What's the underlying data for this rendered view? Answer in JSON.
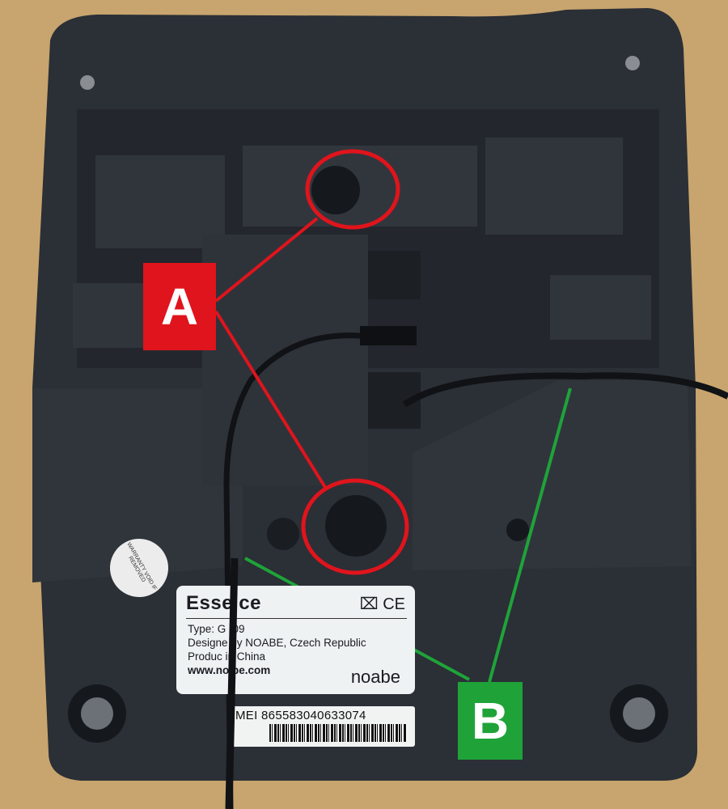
{
  "annotations": {
    "callout_a": "A",
    "callout_b": "B",
    "colors": {
      "a": "#e0141c",
      "b": "#1fa339"
    }
  },
  "device_label": {
    "title": "Esse     ce",
    "type_line": "Type: G    -09",
    "designed_line": "Designe     by NOABE, Czech Republic",
    "produced_line": "Produc     in China",
    "website": "www.no   be.com",
    "brand": "noabe",
    "marks": "⌧ CE"
  },
  "imei_label": {
    "text": "MEI  865583040633074"
  },
  "warranty_sticker": {
    "text": "WARRANTY VOID IF REMOVED"
  }
}
